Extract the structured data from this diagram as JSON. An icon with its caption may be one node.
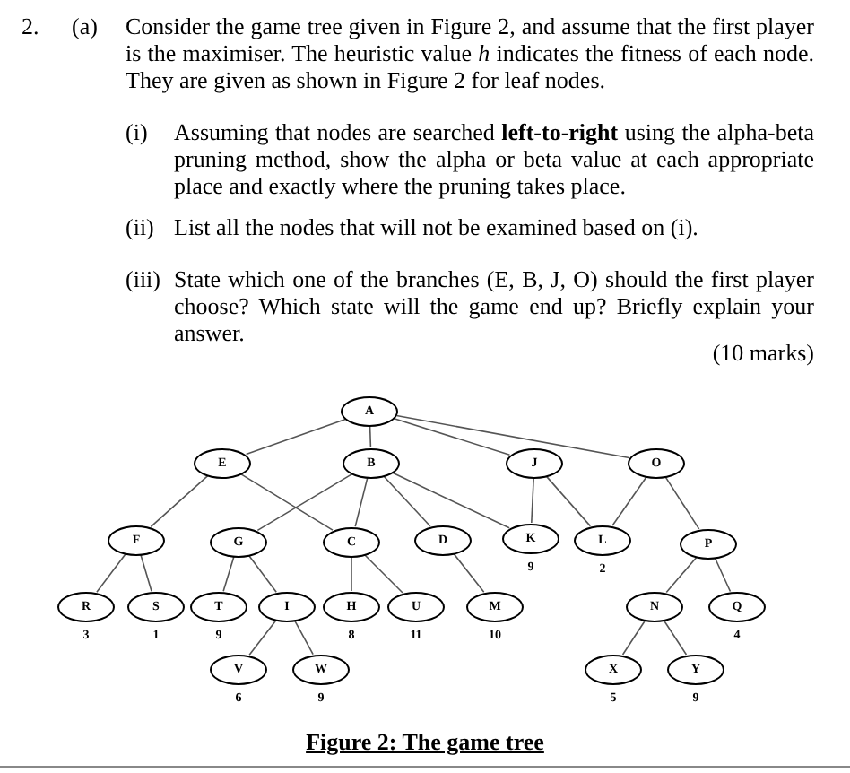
{
  "diagram": {
    "caption": "Figure 2: The game tree",
    "nodes": [
      {
        "text": [
          "A"
        ]
      },
      {
        "text": [
          "E"
        ]
      },
      {
        "text": [
          "B"
        ]
      },
      {
        "text": [
          "J"
        ]
      },
      {
        "text": [
          "O"
        ]
      },
      {
        "text": [
          "F"
        ]
      },
      {
        "text": [
          "G"
        ]
      },
      {
        "text": [
          "C"
        ]
      },
      {
        "text": [
          "D"
        ]
      },
      {
        "text": [
          "K"
        ],
        "beside": [
          "9"
        ]
      },
      {
        "text": [
          "L"
        ],
        "beside": [
          "2"
        ]
      },
      {
        "text": [
          "P"
        ]
      },
      {
        "text": [
          "R"
        ],
        "beside": [
          "3"
        ]
      },
      {
        "text": [
          "S"
        ],
        "beside": [
          "1"
        ]
      },
      {
        "text": [
          "T"
        ],
        "beside": [
          "9"
        ]
      },
      {
        "text": [
          "I"
        ]
      },
      {
        "text": [
          "H"
        ],
        "beside": [
          "8"
        ]
      },
      {
        "text": [
          "U"
        ],
        "beside": [
          "11"
        ]
      },
      {
        "text": [
          "M"
        ],
        "beside": [
          "10"
        ]
      },
      {
        "text": [
          "N"
        ]
      },
      {
        "text": [
          "Q"
        ],
        "beside": [
          "4"
        ]
      },
      {
        "text": [
          "V"
        ],
        "beside": [
          "6"
        ]
      },
      {
        "text": [
          "W"
        ],
        "beside": [
          "9"
        ]
      },
      {
        "text": [
          "X"
        ],
        "beside": [
          "5"
        ]
      },
      {
        "text": [
          "Y"
        ],
        "beside": [
          "9"
        ]
      }
    ],
    "edges": [
      {
        "from": 0,
        "to": 1,
        "arrow": "none"
      },
      {
        "from": 0,
        "to": 2,
        "arrow": "none"
      },
      {
        "from": 0,
        "to": 3,
        "arrow": "none"
      },
      {
        "from": 0,
        "to": 4,
        "arrow": "none"
      },
      {
        "from": 1,
        "to": 5,
        "arrow": "none"
      },
      {
        "from": 1,
        "to": 7,
        "arrow": "none"
      },
      {
        "from": 2,
        "to": 6,
        "arrow": "none"
      },
      {
        "from": 2,
        "to": 7,
        "arrow": "none"
      },
      {
        "from": 2,
        "to": 8,
        "arrow": "none"
      },
      {
        "from": 2,
        "to": 9,
        "arrow": "none"
      },
      {
        "from": 3,
        "to": 9,
        "arrow": "none"
      },
      {
        "from": 3,
        "to": 10,
        "arrow": "none"
      },
      {
        "from": 4,
        "to": 10,
        "arrow": "none"
      },
      {
        "from": 4,
        "to": 11,
        "arrow": "none"
      },
      {
        "from": 5,
        "to": 12,
        "arrow": "none"
      },
      {
        "from": 5,
        "to": 13,
        "arrow": "none"
      },
      {
        "from": 6,
        "to": 14,
        "arrow": "none"
      },
      {
        "from": 6,
        "to": 15,
        "arrow": "none"
      },
      {
        "from": 7,
        "to": 16,
        "arrow": "none"
      },
      {
        "from": 7,
        "to": 17,
        "arrow": "none"
      },
      {
        "from": 8,
        "to": 18,
        "arrow": "none"
      },
      {
        "from": 15,
        "to": 21,
        "arrow": "none"
      },
      {
        "from": 15,
        "to": 22,
        "arrow": "none"
      },
      {
        "from": 11,
        "to": 19,
        "arrow": "none"
      },
      {
        "from": 11,
        "to": 20,
        "arrow": "none"
      },
      {
        "from": 19,
        "to": 23,
        "arrow": "none"
      },
      {
        "from": 19,
        "to": 24,
        "arrow": "none"
      }
    ],
    "labels": [
      "2.",
      "(a)",
      "Consider the game tree given in Figure 2, and assume that the first player is the maximiser. The heuristic value *h* indicates the fitness of each node. They are given as shown in Figure 2 for leaf nodes.",
      "(i)",
      "Assuming that nodes are searched **left-to-right** using the alpha-beta pruning method, show the alpha or beta value at each appropriate place and exactly where the pruning takes place.",
      "(ii)",
      "List all the nodes that will not be examined based on (i).",
      "(iii)",
      "State which one of the branches (E, B, J, O) should the first player choose? Which state will the game end up? Briefly explain your answer.",
      "(10 marks)"
    ]
  }
}
